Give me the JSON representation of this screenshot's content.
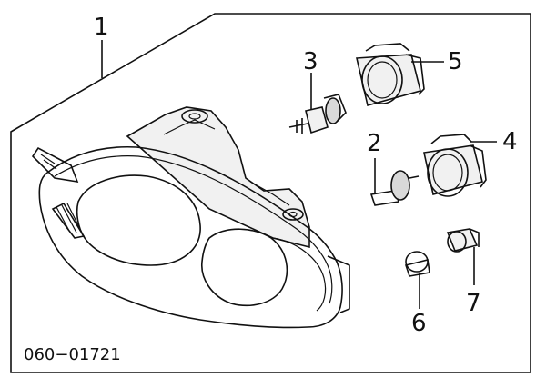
{
  "diagram": {
    "callouts": [
      {
        "id": "1",
        "label": "1"
      },
      {
        "id": "2",
        "label": "2"
      },
      {
        "id": "3",
        "label": "3"
      },
      {
        "id": "4",
        "label": "4"
      },
      {
        "id": "5",
        "label": "5"
      },
      {
        "id": "6",
        "label": "6"
      },
      {
        "id": "7",
        "label": "7"
      }
    ],
    "diagram_code": "060−01721"
  }
}
